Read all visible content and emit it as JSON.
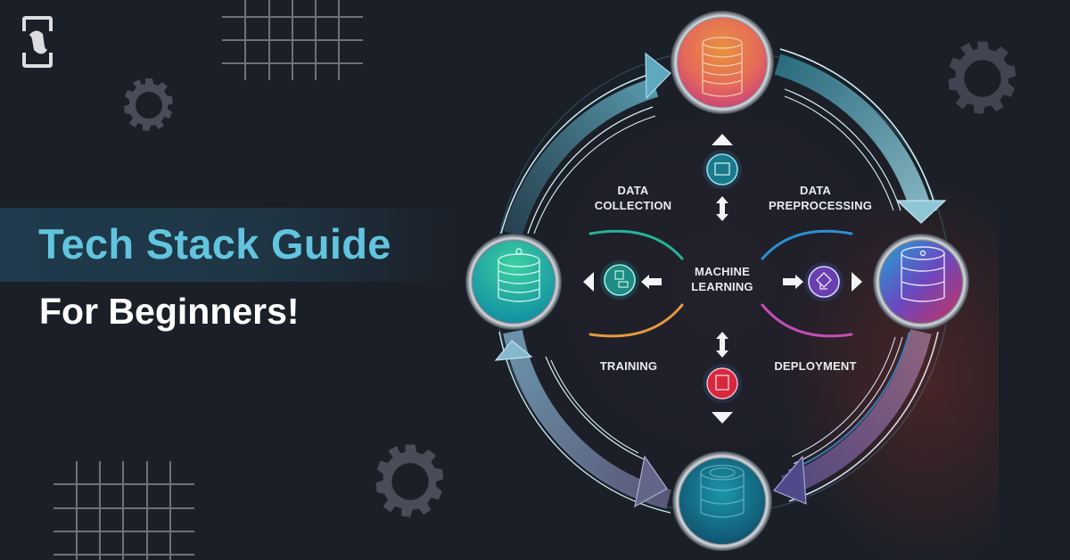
{
  "brand": {
    "logo_icon": "n-bracket-logo-icon"
  },
  "hero": {
    "title": "Tech Stack Guide",
    "subtitle": "For Beginners!",
    "title_color": "#62c4de",
    "subtitle_color": "#ffffff",
    "band_color": "#1e3a4c",
    "background_color": "#1b1f27"
  },
  "diagram": {
    "center_label": "MACHINE\nLEARNING",
    "stages": [
      {
        "id": "data-collection",
        "label": "DATA\nCOLLECTION",
        "node_icon": "database-icon",
        "node_color": "#1fb3a5",
        "step_icon": "data-entry-icon",
        "step_color": "#1e8c84"
      },
      {
        "id": "data-preprocessing",
        "label": "DATA\nPREPROCESSING",
        "node_icon": "database-icon",
        "node_color": "#e57a4a",
        "step_icon": "processing-icon",
        "step_color": "#1a6f82"
      },
      {
        "id": "deployment",
        "label": "DEPLOYMENT",
        "node_icon": "database-icon",
        "node_color": "#7b55c9",
        "step_icon": "network-icon",
        "step_color": "#6a3fb0"
      },
      {
        "id": "training",
        "label": "TRAINING",
        "node_icon": "database-icon",
        "node_color": "#176f88",
        "step_icon": "report-icon",
        "step_color": "#d8283e"
      }
    ],
    "flow_direction": "clockwise",
    "arc_colors": {
      "top_left": "#5fb9d0",
      "top_right": "#79cde0",
      "bottom_right": "#6f5a94",
      "bottom_left": "#7d8fb0"
    },
    "inner_arc_colors": {
      "upper_left": "#2bb6a0",
      "lower_left": "#e39a3e",
      "upper_right": "#2d8fd1",
      "lower_right": "#c24fb3"
    }
  },
  "decorations": {
    "gears": 3,
    "grids": 2,
    "gear_color": "#474d59",
    "grid_color": "#7b8089"
  }
}
